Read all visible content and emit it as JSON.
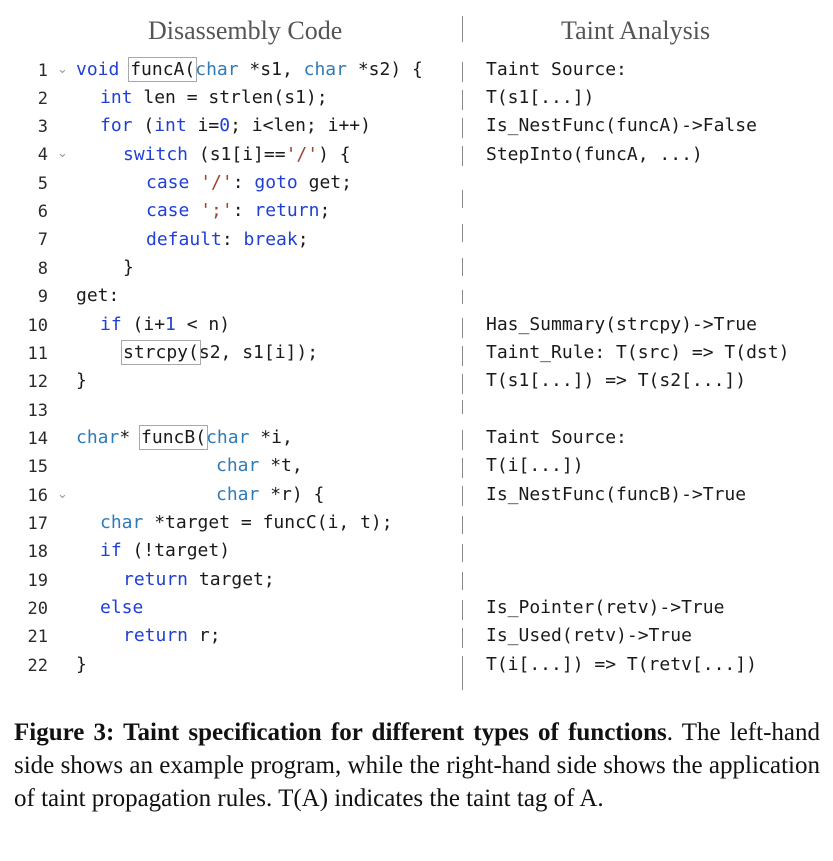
{
  "headers": {
    "left": "Disassembly Code",
    "right": "Taint Analysis"
  },
  "line_numbers": [
    "1",
    "2",
    "3",
    "4",
    "5",
    "6",
    "7",
    "8",
    "9",
    "10",
    "11",
    "12",
    "13",
    "14",
    "15",
    "16",
    "17",
    "18",
    "19",
    "20",
    "21",
    "22"
  ],
  "fold_markers": {
    "line1": "⌄",
    "line4": "⌄",
    "line16": "⌄"
  },
  "code": {
    "l1": {
      "kw1": "void",
      "fn": "funcA(",
      "t1": "char",
      "p1": " *s1, ",
      "t2": "char",
      "p2": " *s2) {"
    },
    "l2": {
      "kw": "int",
      "rest": " len = strlen(s1);"
    },
    "l3": {
      "kw1": "for",
      "p1": " (",
      "kw2": "int",
      "p2": " i=",
      "num": "0",
      "p3": "; i<len; i++)"
    },
    "l4": {
      "kw": "switch",
      "p1": " (s1[i]==",
      "str": "'/'",
      "p2": ") {"
    },
    "l5": {
      "kw": "case",
      "p1": " ",
      "str": "'/'",
      "p2": ": ",
      "kw2": "goto",
      "p3": " get;"
    },
    "l6": {
      "kw": "case",
      "p1": " ",
      "str": "';'",
      "p2": ": ",
      "kw2": "return",
      "p3": ";"
    },
    "l7": {
      "kw": "default",
      "p1": ": ",
      "kw2": "break",
      "p2": ";"
    },
    "l8": {
      "text": "}"
    },
    "l9": {
      "text": "get:"
    },
    "l10": {
      "kw": "if",
      "p1": " (i+",
      "num": "1",
      "p2": " < n)"
    },
    "l11": {
      "fn": "strcpy(",
      "rest": "s2, s1[i]);"
    },
    "l12": {
      "text": "}"
    },
    "l14": {
      "t1": "char",
      "p1": "* ",
      "fn": "funcB(",
      "t2": "char",
      "p2": " *i,"
    },
    "l15": {
      "t": "char",
      "p": " *t,"
    },
    "l16": {
      "t": "char",
      "p": " *r) {"
    },
    "l17": {
      "t": "char",
      "p": " *target = funcC(i, t);"
    },
    "l18": {
      "kw": "if",
      "p": " (!target)"
    },
    "l19": {
      "kw": "return",
      "p": " target;"
    },
    "l20": {
      "kw": "else",
      "p": ""
    },
    "l21": {
      "kw": "return",
      "p": " r;"
    },
    "l22": {
      "text": "}"
    }
  },
  "taint": {
    "block1": [
      "Taint Source:",
      "T(s1[...])",
      "Is_NestFunc(funcA)->False",
      "StepInto(funcA, ...)"
    ],
    "block2": [
      "Has_Summary(strcpy)->True",
      "Taint_Rule: T(src) => T(dst)",
      "T(s1[...]) => T(s2[...])"
    ],
    "block3": [
      "Taint Source:",
      "T(i[...])",
      "Is_NestFunc(funcB)->True"
    ],
    "block4": [
      "Is_Pointer(retv)->True",
      "Is_Used(retv)->True",
      "T(i[...]) => T(retv[...])"
    ]
  },
  "caption": {
    "bold": "Figure 3: Taint specification for different types of functions",
    "normal": ". The left-hand side shows an example program, while the right-hand side shows the application of taint propagation rules. T(A) indicates the taint tag of A."
  },
  "colors": {
    "keyword": "#1f3fd6",
    "identifier_highlight": "#2f7bb8",
    "string_literal": "#a0422c",
    "header_text": "#555555",
    "divider": "#888888",
    "box_outline": "#a8a8a8"
  }
}
